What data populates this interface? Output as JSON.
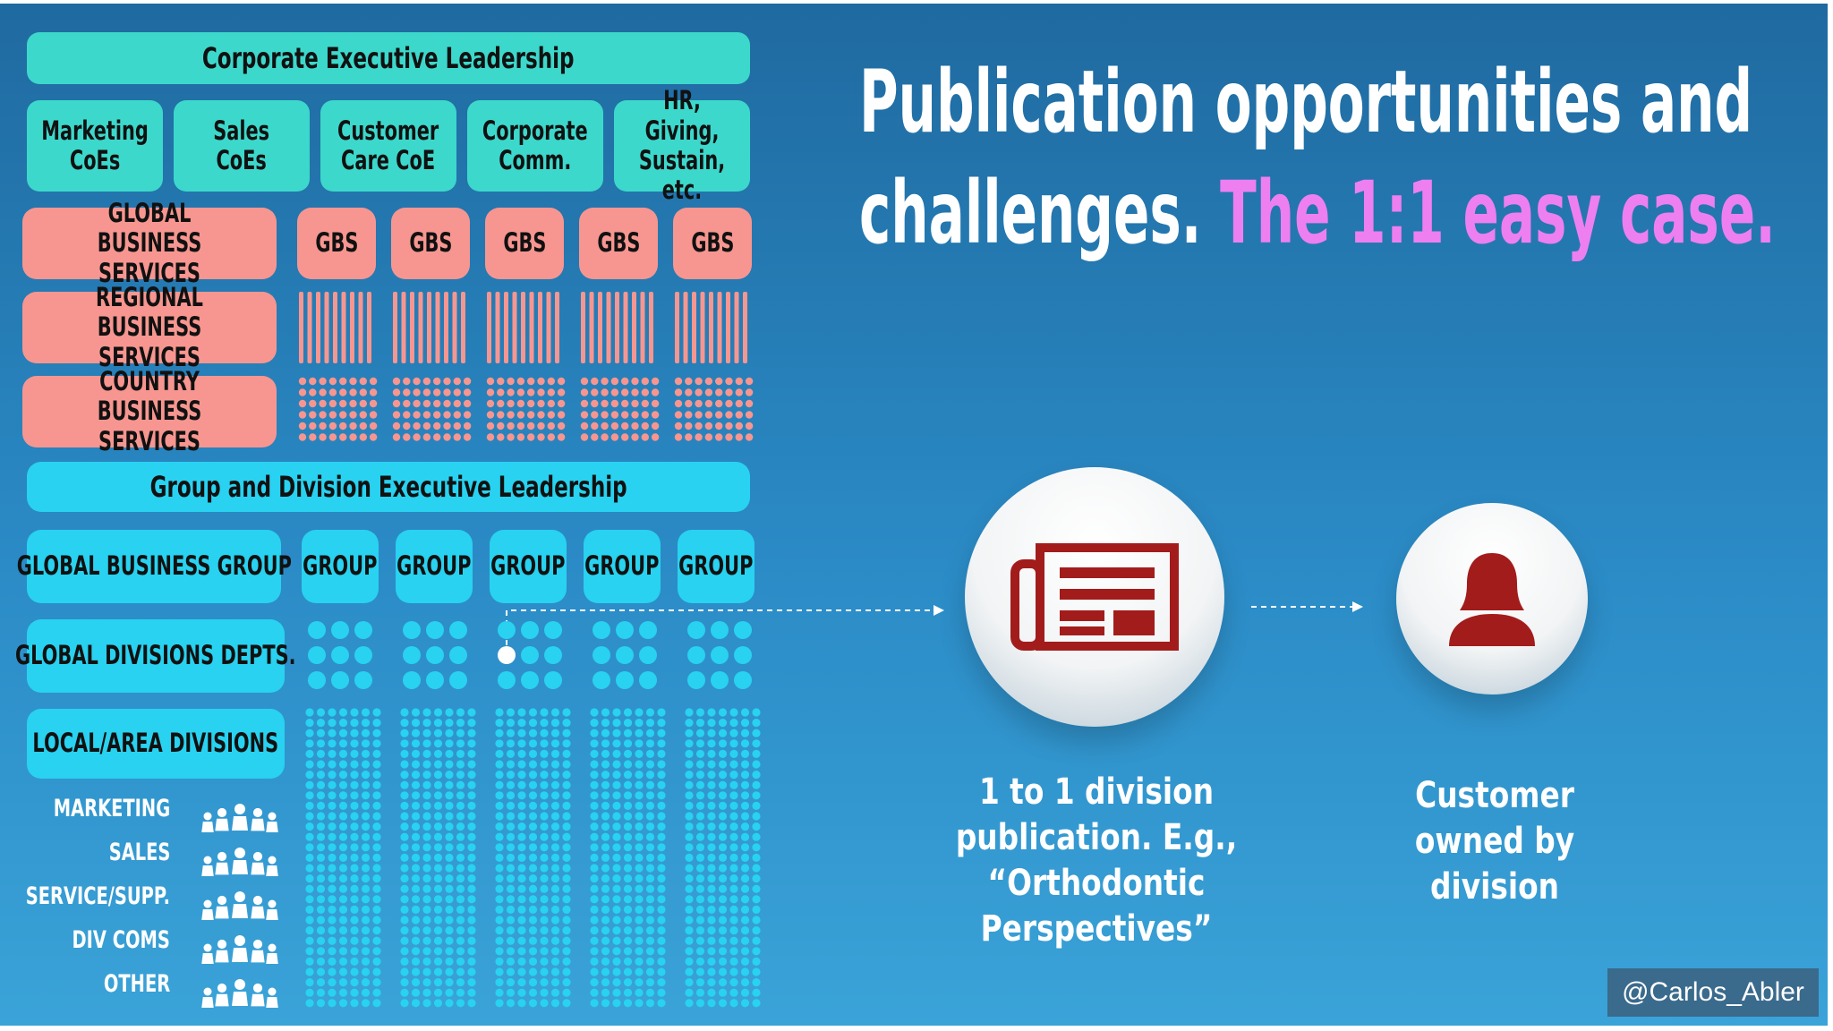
{
  "org_chart": {
    "corporate_header": "Corporate Executive Leadership",
    "coes": [
      "Marketing\nCoEs",
      "Sales\nCoEs",
      "Customer\nCare CoE",
      "Corporate\nComm.",
      "HR, Giving,\nSustain, etc."
    ],
    "global_business_services": "GLOBAL BUSINESS\nSERVICES",
    "regional_business_services": "REGIONAL BUSINESS\nSERVICES",
    "country_business_services": "COUNTRY BUSINESS\nSERVICES",
    "gbs_labels": [
      "GBS",
      "GBS",
      "GBS",
      "GBS",
      "GBS"
    ],
    "group_header": "Group and Division Executive Leadership",
    "global_business_group": "GLOBAL BUSINESS GROUP",
    "global_divisions_depts": "GLOBAL DIVISIONS DEPTS.",
    "local_area_divisions": "LOCAL/AREA DIVISIONS",
    "group_labels": [
      "GROUP",
      "GROUP",
      "GROUP",
      "GROUP",
      "GROUP"
    ],
    "functions": [
      "MARKETING",
      "SALES",
      "SERVICE/SUPP.",
      "DIV COMS",
      "OTHER"
    ]
  },
  "title": {
    "line1": "Publication opportunities and",
    "line2_white": "challenges. ",
    "line2_pink": "The 1:1 easy case."
  },
  "publication_caption": "1 to 1 division\npublication. E.g.,\n“Orthodontic\nPerspectives”",
  "customer_caption": "Customer\nowned by\ndivision",
  "handle": "@Carlos_Abler",
  "colors": {
    "teal": "#3cd8cb",
    "salmon": "#f79690",
    "cyan": "#28d2f0",
    "pink": "#ee7ff0",
    "dark_red": "#a31c1c"
  }
}
